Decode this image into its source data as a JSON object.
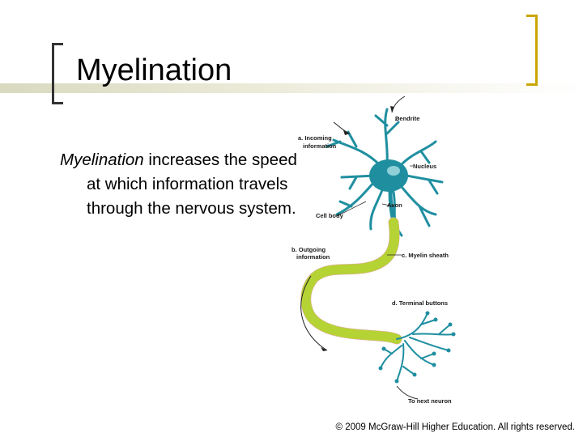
{
  "slide": {
    "title": "Myelination",
    "body_emphasis": "Myelination",
    "body_rest": " increases the speed at which information travels through the nervous system.",
    "copyright": "© 2009 McGraw-Hill Higher Education. All rights reserved."
  },
  "figure": {
    "labels": {
      "dendrite": "Dendrite",
      "incoming_1": "a. Incoming",
      "incoming_2": "information",
      "nucleus": "Nucleus",
      "axon": "Axon",
      "cell_body": "Cell body",
      "outgoing_1": "b. Outgoing",
      "outgoing_2": "information",
      "myelin": "c. Myelin sheath",
      "terminal": "d. Terminal buttons",
      "next_neuron": "To next neuron"
    },
    "colors": {
      "cell": "#1f8fa0",
      "myelin": "#b5d334",
      "node": "#e9a8b0",
      "accent_bracket": "#c9a600"
    }
  }
}
